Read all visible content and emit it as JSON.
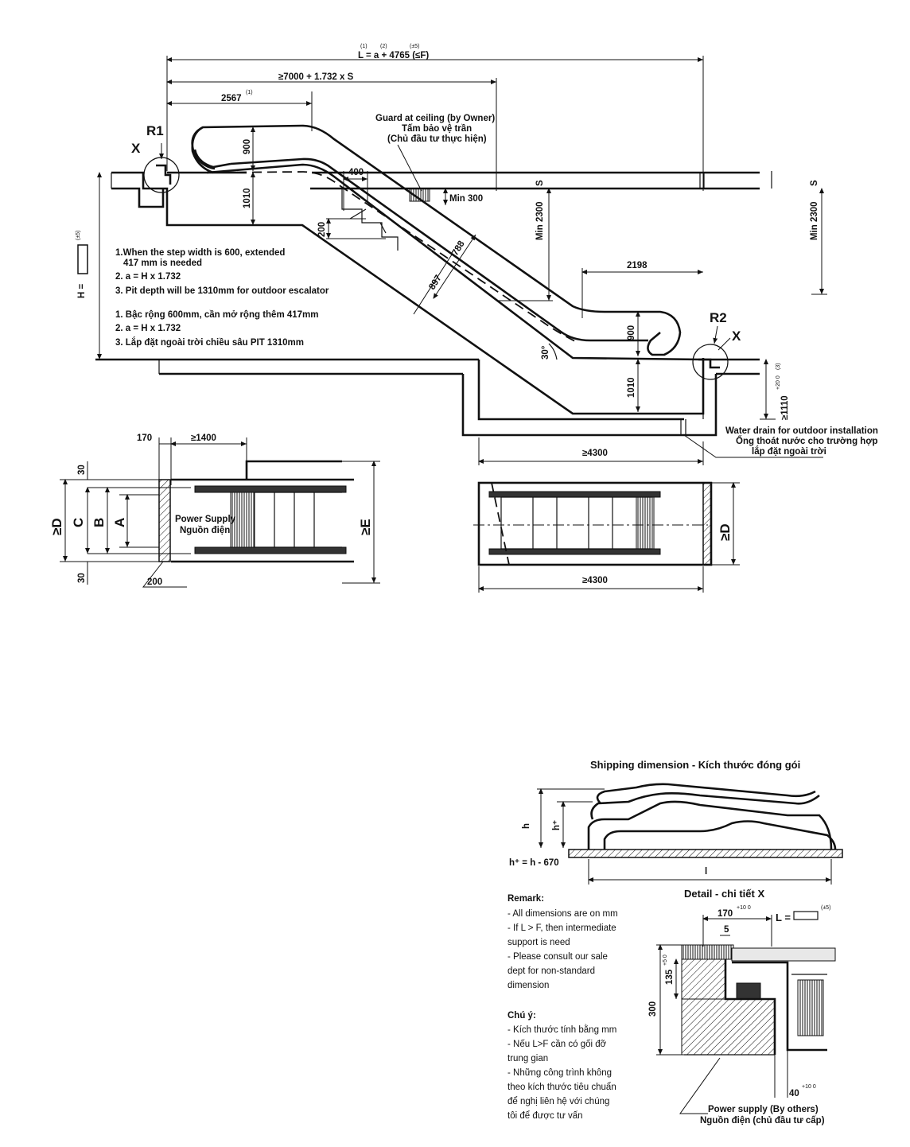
{
  "elevation": {
    "L_formula": "L = a + 4765 (≤F)",
    "L_sup_1": "(1)",
    "L_sup_2": "(2)",
    "L_sup_3": "(±5)",
    "len_formula": "≥7000 + 1.732 x S",
    "upper_len": "2567",
    "upper_len_sup": "(1)",
    "guard_en": "Guard at ceiling (by Owner)",
    "guard_vi1": "Tấm bảo vệ trần",
    "guard_vi2": "(Chủ đầu tư thực hiện)",
    "min300": "Min 300",
    "min2300": "Min 2300",
    "S": "S",
    "d400": "400",
    "d900": "900",
    "d1010": "1010",
    "d200": "200",
    "d788": "788",
    "d897": "897",
    "d2198": "2198",
    "angle": "30°",
    "R1": "R1",
    "R2": "R2",
    "X": "X",
    "H_label": "H =",
    "H_sup": "(±5)",
    "pit_depth": "≥1110",
    "pit_tol": "+20 0",
    "pit_sup": "(3)",
    "water_en": "Water drain for outdoor installation",
    "water_vi1": "Ống thoát nước cho trường hợp",
    "water_vi2": "lắp đặt ngoài trời",
    "pit_len": "≥4300"
  },
  "notes_en": [
    "1.When the step width is 600, extended",
    "417 mm is needed",
    "2. a = H x 1.732",
    "3. Pit depth will be 1310mm for outdoor escalator"
  ],
  "notes_vi": [
    "1. Bậc rộng 600mm, cần mở rộng thêm 417mm",
    "2. a = H x 1.732",
    "3. Lắp đặt ngoài trời  chiều sâu PIT 1310mm"
  ],
  "plan_left": {
    "d170": "170",
    "d1400": "≥1400",
    "d30a": "30",
    "d30b": "30",
    "D": "≥D",
    "C": "C",
    "B": "B",
    "A": "A",
    "E": "≥E",
    "d200": "200",
    "power_en": "Power Supply",
    "power_vi": "Nguồn điện"
  },
  "plan_right": {
    "len": "≥4300",
    "D": "≥D"
  },
  "shipping": {
    "title": "Shipping dimension - Kích thước đóng gói",
    "h": "h",
    "hplus": "h⁺",
    "l": "l",
    "formula": "h⁺ = h - 670"
  },
  "remark": {
    "title_en": "Remark:",
    "lines_en": [
      "- All dimensions are on mm",
      "- If L > F, then intermediate",
      "  support is need",
      "- Please consult our sale",
      "  dept for non-standard",
      "  dimension"
    ],
    "title_vi": "Chú ý:",
    "lines_vi": [
      "- Kích thước tính bằng mm",
      "- Nếu L>F cần có gối đỡ",
      "  trung gian",
      "- Những công trình không",
      "  theo kích thước tiêu chuẩn",
      "  để nghị liên hệ với chúng",
      "  tôi để được tư vấn"
    ]
  },
  "detail": {
    "title": "Detail - chi tiết X",
    "d170": "170",
    "d170_tol": "+10 0",
    "d5": "5",
    "L_label": "L =",
    "L_sup": "(±5)",
    "d135": "135",
    "d135_tol": "+5 0",
    "d300": "300",
    "d40": "40",
    "d40_tol": "+10 0",
    "power_en": "Power supply (By others)",
    "power_vi": "Nguồn điện (chủ đầu tư cấp)"
  }
}
